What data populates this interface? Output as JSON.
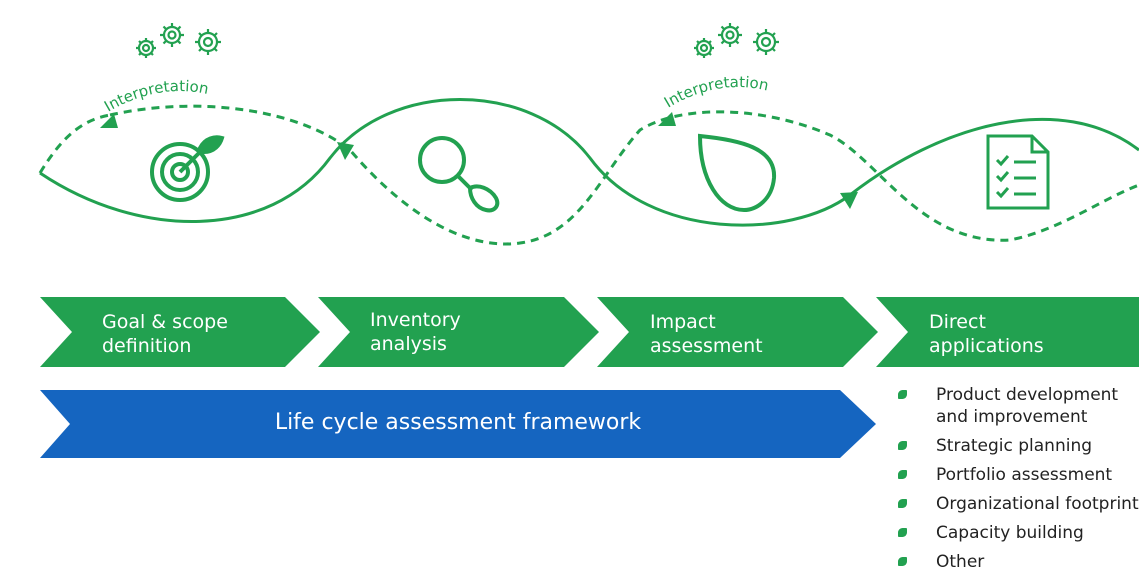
{
  "colors": {
    "green": "#22a150",
    "blue": "#1565c0",
    "text_dark": "#222222",
    "white": "#ffffff"
  },
  "interpretation_labels": [
    "Interpretation",
    "Interpretation"
  ],
  "stages": [
    {
      "line1": "Goal & scope",
      "line2": "definition",
      "icon": "target-icon"
    },
    {
      "line1": "Inventory",
      "line2": "analysis",
      "icon": "magnifier-icon"
    },
    {
      "line1": "Impact",
      "line2": "assessment",
      "icon": "leaf-icon"
    },
    {
      "line1": "Direct",
      "line2": "applications",
      "icon": "checklist-icon"
    }
  ],
  "framework_label": "Life cycle assessment framework",
  "applications": [
    "Product development and improvement",
    "Strategic planning",
    "Portfolio assessment",
    "Organizational footprint",
    "Capacity building",
    "Other"
  ]
}
